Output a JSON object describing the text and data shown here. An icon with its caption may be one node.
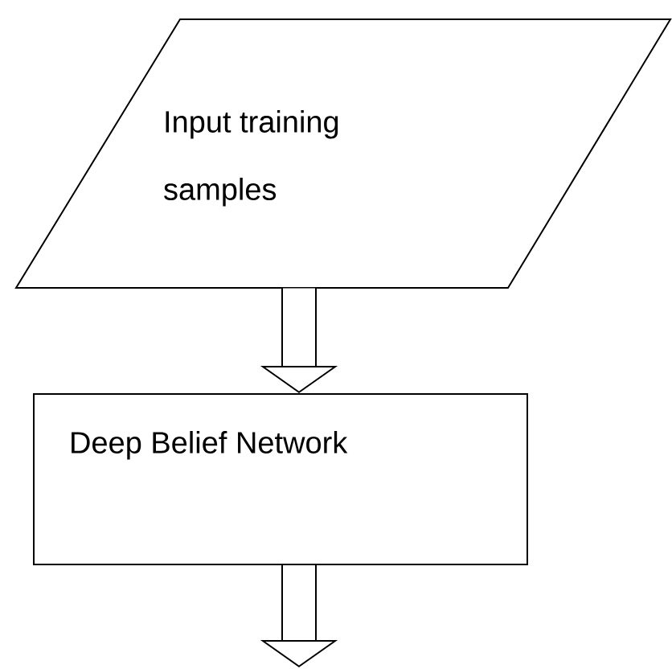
{
  "diagram": {
    "nodes": [
      {
        "text": [
          "Input training samples"
        ]
      },
      {
        "text": [
          "Deep Belief Network"
        ]
      }
    ],
    "edges": [
      {
        "from": 0,
        "to": 1,
        "arrow": "to"
      },
      {
        "from": 1,
        "to": null,
        "arrow": "to"
      }
    ]
  }
}
